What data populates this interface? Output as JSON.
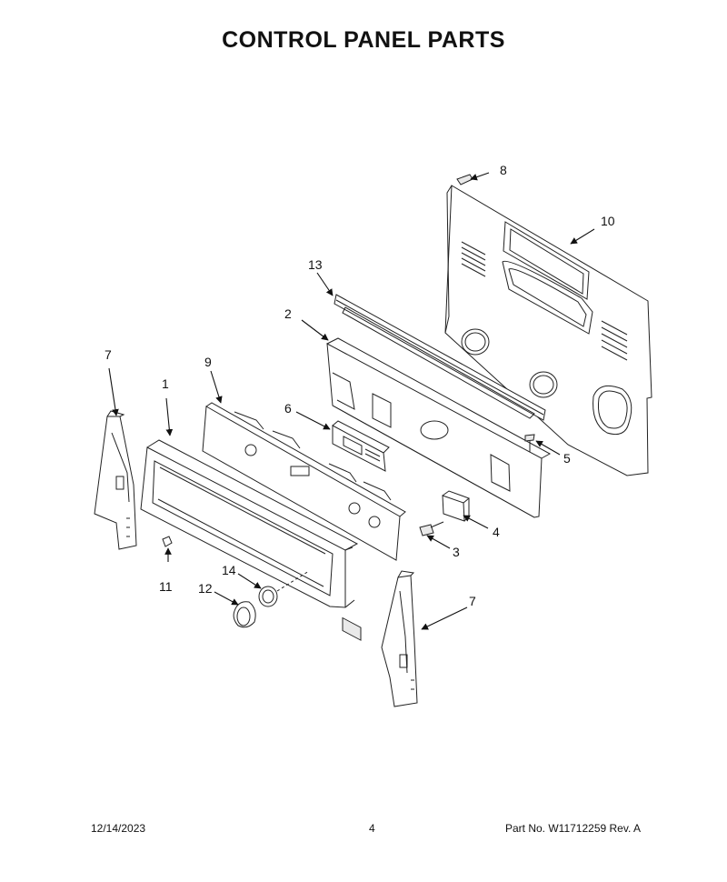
{
  "title": "CONTROL PANEL PARTS",
  "footer": {
    "date": "12/14/2023",
    "page": "4",
    "part_no": "Part No.  W11712259  Rev.  A"
  },
  "callouts": {
    "c1": "1",
    "c2": "2",
    "c3": "3",
    "c4": "4",
    "c5": "5",
    "c6": "6",
    "c7a": "7",
    "c7b": "7",
    "c8": "8",
    "c9": "9",
    "c10": "10",
    "c11": "11",
    "c12": "12",
    "c13": "13",
    "c14": "14"
  }
}
